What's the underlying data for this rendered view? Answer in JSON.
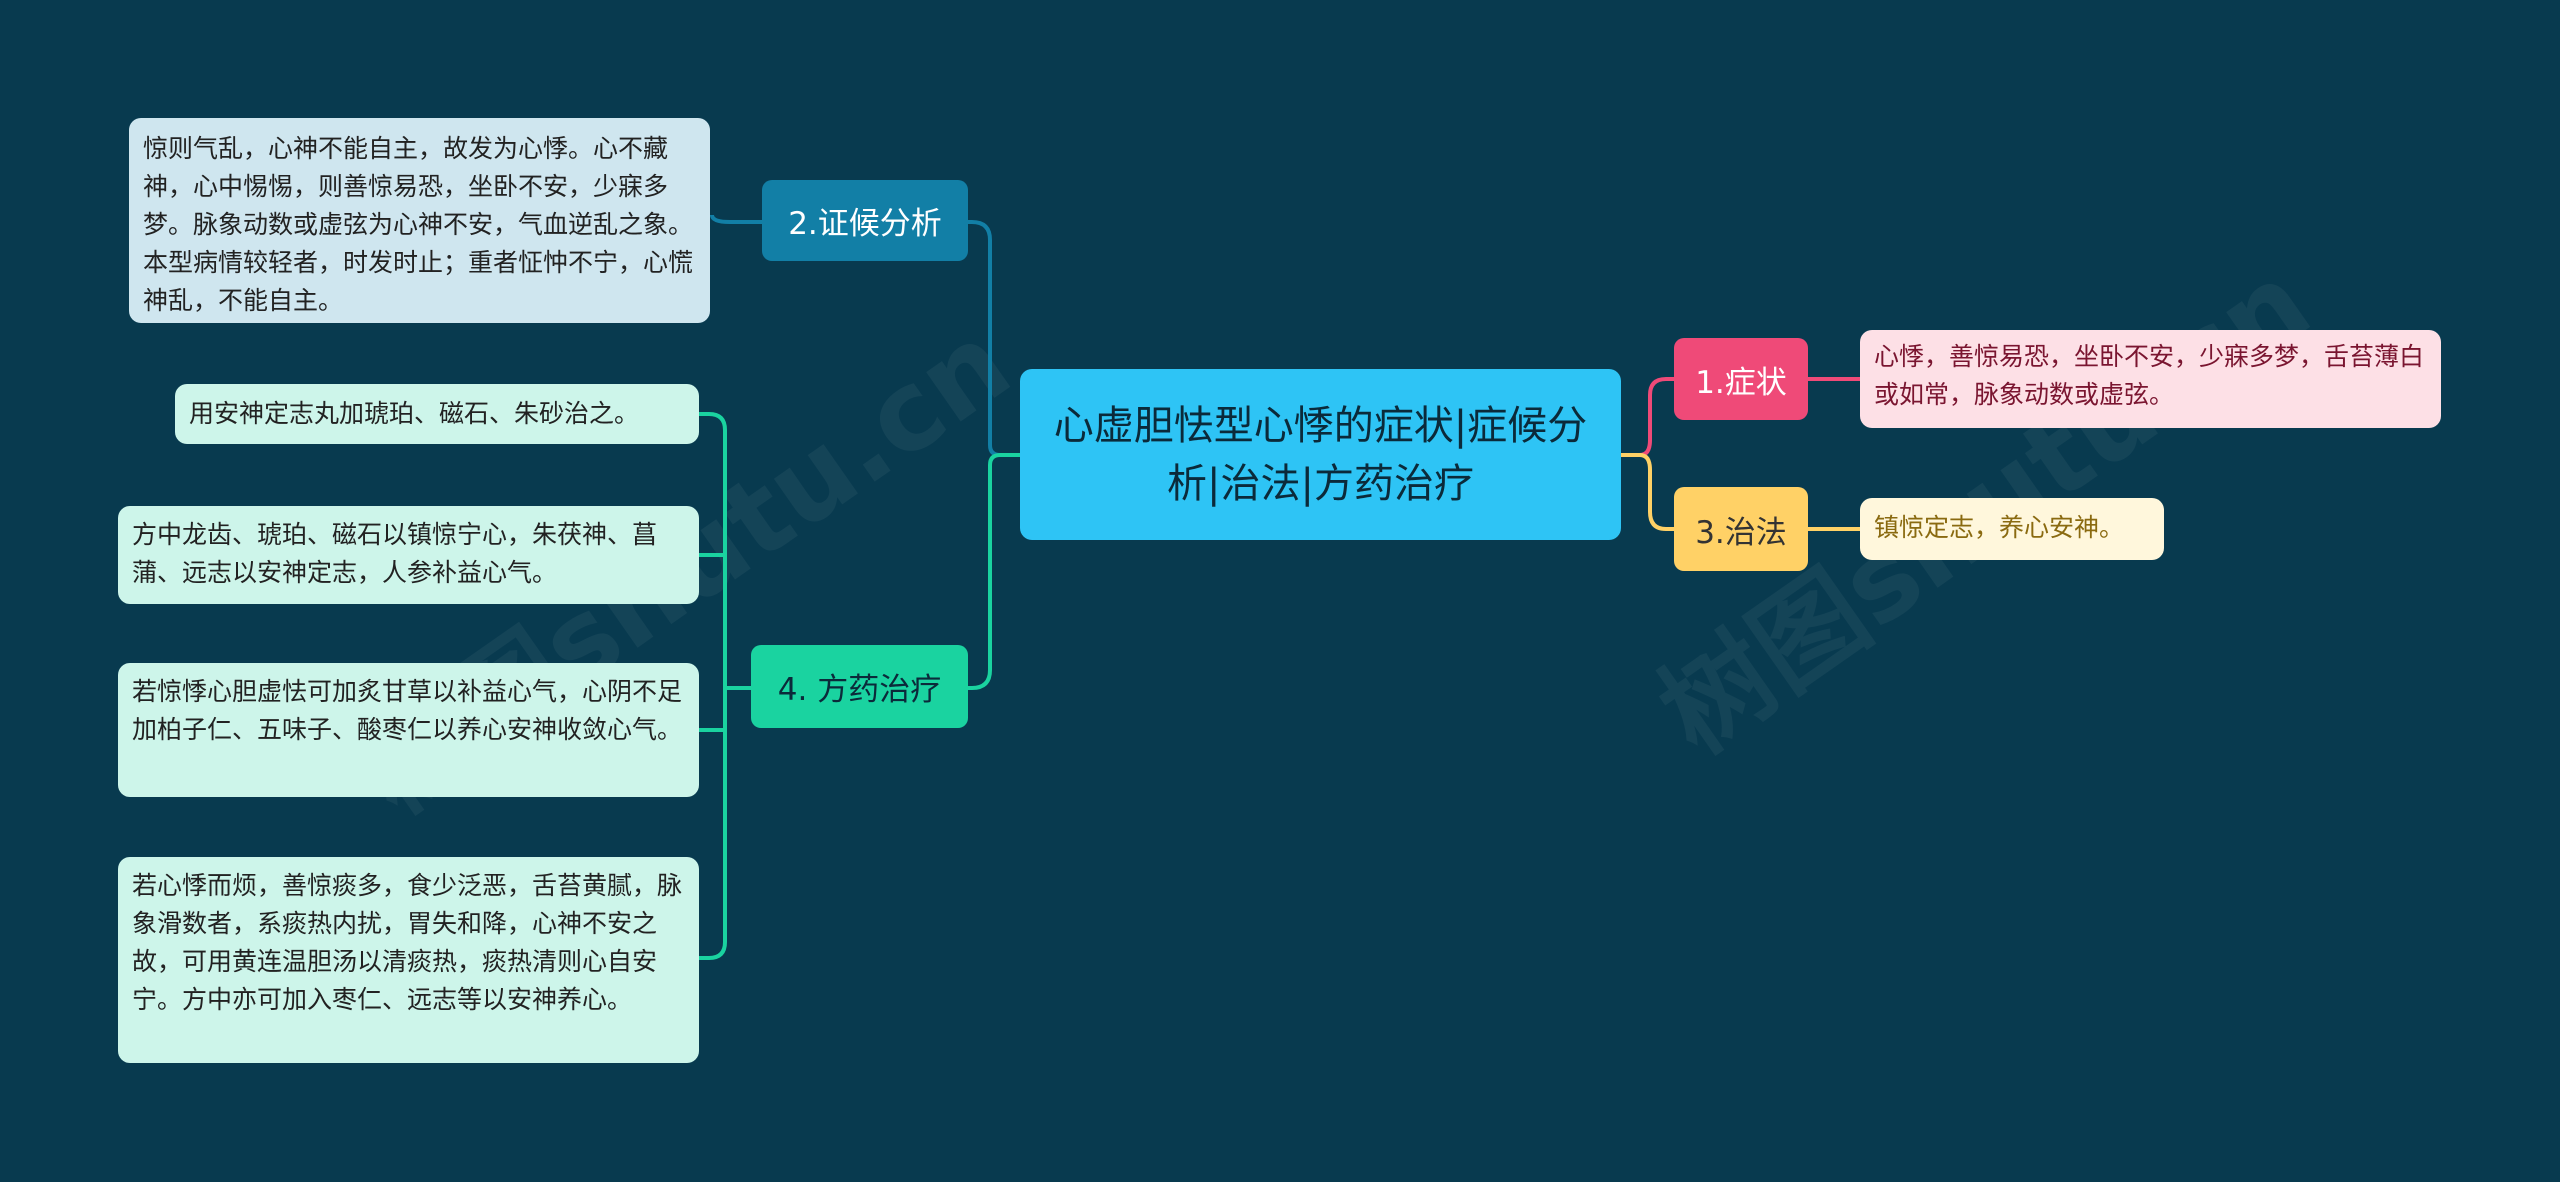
{
  "central": {
    "title": "心虚胆怯型心悸的症状|症候分析|治法|方药治疗"
  },
  "branches": [
    {
      "label": "1.症状",
      "color": "#ef4a78",
      "notes": [
        "心悸，善惊易恐，坐卧不安，少寐多梦，舌苔薄白或如常，脉象动数或虚弦。"
      ]
    },
    {
      "label": "2.证候分析",
      "color": "#127fa6",
      "notes": [
        "惊则气乱，心神不能自主，故发为心悸。心不藏神，心中惕惕，则善惊易恐，坐卧不安，少寐多梦。脉象动数或虚弦为心神不安，气血逆乱之象。本型病情较轻者，时发时止；重者怔忡不宁，心慌神乱，不能自主。"
      ]
    },
    {
      "label": "3.治法",
      "color": "#ffd166",
      "notes": [
        "镇惊定志，养心安神。"
      ]
    },
    {
      "label": "4. 方药治疗",
      "color": "#1ad3a0",
      "notes": [
        "用安神定志丸加琥珀、磁石、朱砂治之。",
        "方中龙齿、琥珀、磁石以镇惊宁心，朱茯神、菖蒲、远志以安神定志，人参补益心气。",
        "若惊悸心胆虚怯可加炙甘草以补益心气，心阴不足加柏子仁、五味子、酸枣仁以养心安神收敛心气。",
        "若心悸而烦，善惊痰多，食少泛恶，舌苔黄腻，脉象滑数者，系痰热内扰，胃失和降，心神不安之故，可用黄连温胆汤以清痰热，痰热清则心自安宁。方中亦可加入枣仁、远志等以安神养心。"
      ]
    }
  ]
}
